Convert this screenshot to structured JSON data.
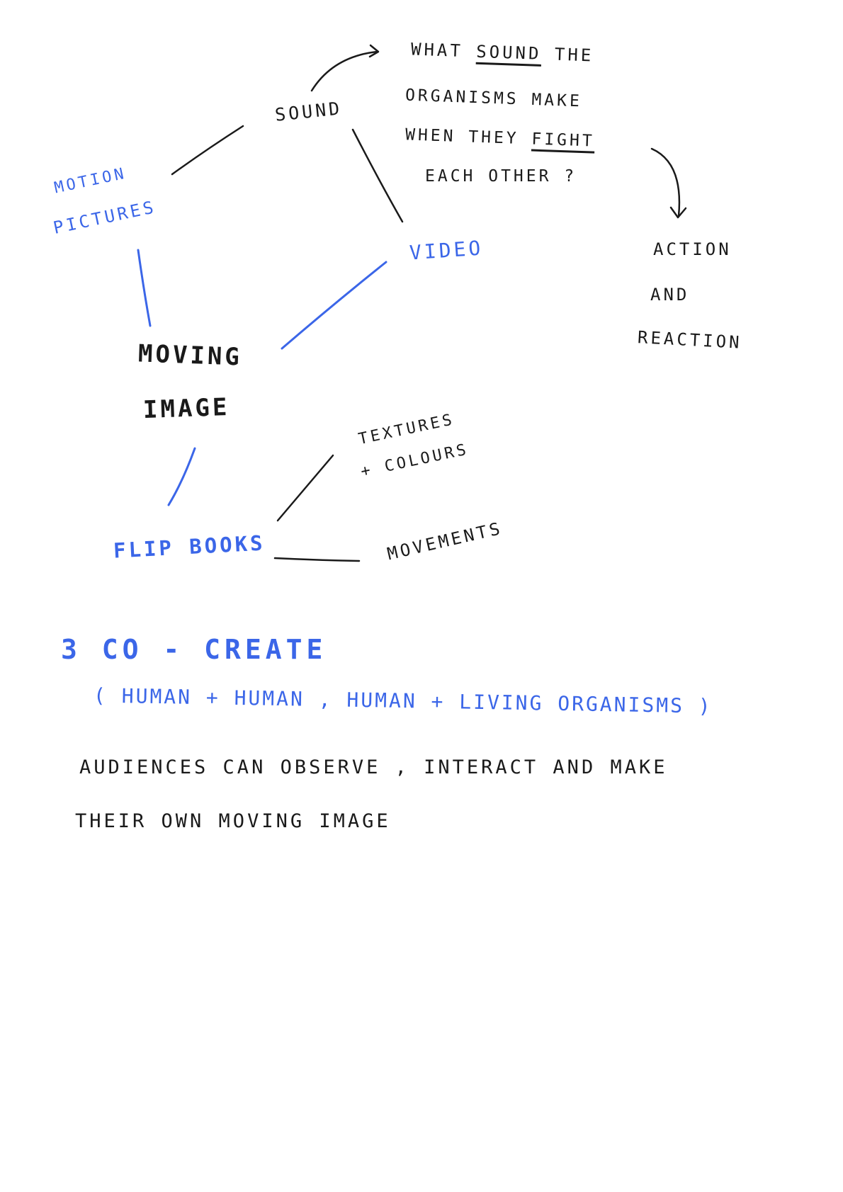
{
  "mindmap": {
    "nodes": {
      "sound": "SOUND",
      "motion_pictures_line1": "MOTION",
      "motion_pictures_line2": "PICTURES",
      "video": "VIDEO",
      "moving_image_line1": "MOVING",
      "moving_image_line2": "IMAGE",
      "flip_books": "FLIP BOOKS",
      "movements": "MOVEMENTS",
      "textures_line1": "TEXTURES",
      "textures_line2": "+ COLOURS"
    },
    "question": {
      "line1_prefix": "WHAT ",
      "line1_underlined": "SOUND",
      "line1_suffix": " THE",
      "line2": "ORGANISMS MAKE",
      "line3_prefix": "WHEN THEY ",
      "line3_underlined": "FIGHT",
      "line4": "EACH OTHER ?"
    },
    "outcome": {
      "line1": "ACTION",
      "line2": "AND",
      "line3": "REACTION"
    }
  },
  "co_create": {
    "title": "3 CO - CREATE",
    "subtitle": "( HUMAN + HUMAN , HUMAN + LIVING ORGANISMS )",
    "body_line1": "AUDIENCES CAN OBSERVE , INTERACT AND MAKE",
    "body_line2": "THEIR OWN MOVING IMAGE"
  },
  "colors": {
    "black_ink": "#1a1a1a",
    "blue_ink": "#3b66e8"
  }
}
